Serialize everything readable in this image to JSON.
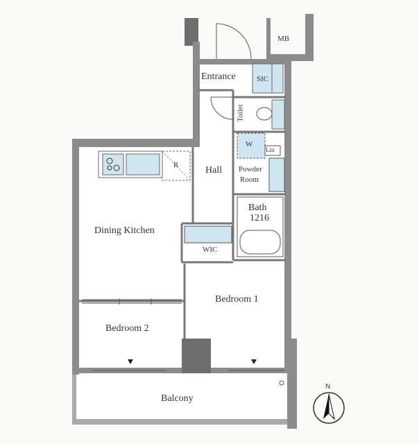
{
  "rooms": {
    "mb": "MB",
    "entrance": "Entrance",
    "sic": "SIC",
    "toilet": "Toilet",
    "washer": "W",
    "lin": "Lin",
    "powder_room_line1": "Powder",
    "powder_room_line2": "Room",
    "hall": "Hall",
    "refrigerator": "R",
    "dining_kitchen": "Dining Kitchen",
    "bath_line1": "Bath",
    "bath_line2": "1216",
    "wic": "WIC",
    "bedroom1": "Bedroom 1",
    "bedroom2": "Bedroom 2",
    "balcony": "Balcony"
  },
  "compass": {
    "north": "N"
  },
  "colors": {
    "wall": "#8c8c8c",
    "wall_dark": "#6e6e6e",
    "fixture": "#cfe6f0",
    "line": "#555555"
  }
}
